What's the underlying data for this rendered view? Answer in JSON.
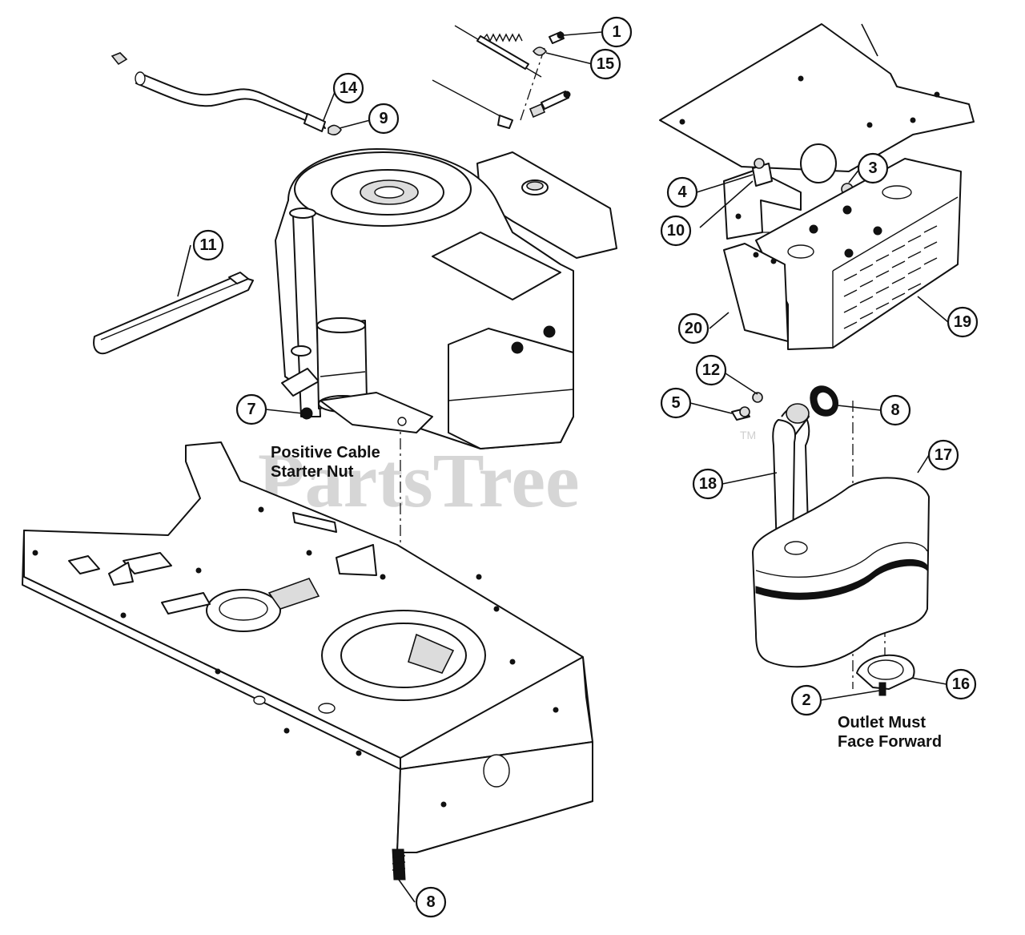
{
  "watermark": {
    "text": "PartsTree",
    "trademark": "TM"
  },
  "notes": {
    "starter_nut_line1": "Positive Cable",
    "starter_nut_line2": "Starter Nut",
    "outlet_line1": "Outlet Must",
    "outlet_line2": "Face Forward"
  },
  "callouts": {
    "c1": "1",
    "c15": "15",
    "c14": "14",
    "c9": "9",
    "c11": "11",
    "c7": "7",
    "c8_frame": "8",
    "c4": "4",
    "c3": "3",
    "c10": "10",
    "c20": "20",
    "c19": "19",
    "c12": "12",
    "c5": "5",
    "c8_gasket": "8",
    "c17": "17",
    "c18": "18",
    "c2": "2",
    "c16": "16"
  }
}
